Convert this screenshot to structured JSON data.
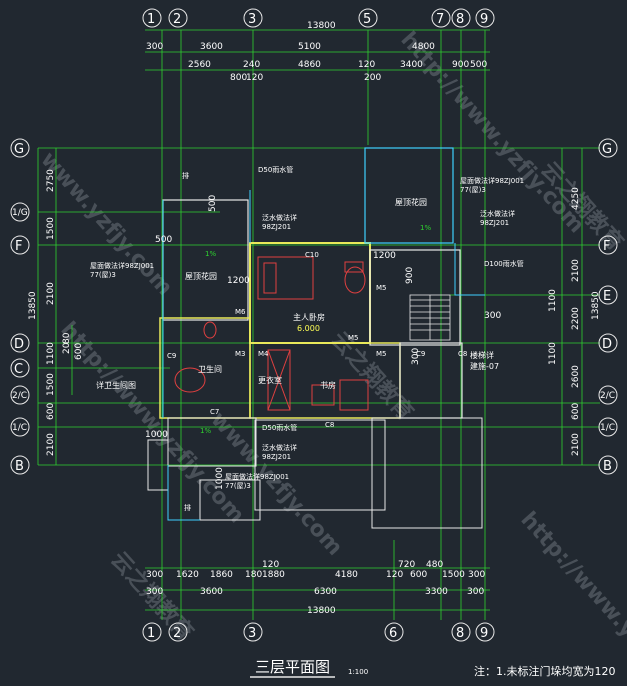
{
  "title": "三层平面图",
  "scale": "1:100",
  "footnote": "注：1.未标注门垛均宽为120",
  "axes_top": [
    "1",
    "2",
    "3",
    "5",
    "7",
    "8",
    "9"
  ],
  "axes_bottom": [
    "1",
    "2",
    "3",
    "6",
    "8",
    "9"
  ],
  "axes_left": [
    "G",
    "1/G",
    "F",
    "D",
    "C",
    "2/C",
    "1/C",
    "B"
  ],
  "axes_right": [
    "G",
    "F",
    "E",
    "D",
    "2/C",
    "1/C",
    "B"
  ],
  "dims_top": {
    "total": "13800",
    "row2": [
      "300",
      "3600",
      "5100",
      "4800"
    ],
    "row3": [
      "2560",
      "240",
      "4860",
      "120",
      "3400",
      "900",
      "500"
    ],
    "row4": [
      "800",
      "120",
      "200"
    ]
  },
  "dims_bottom": {
    "total": "13800",
    "row2": [
      "300",
      "3600",
      "6300",
      "3300",
      "300"
    ],
    "row3": [
      "300",
      "1620",
      "1860",
      "1880",
      "4180",
      "120",
      "600",
      "1500",
      "300"
    ],
    "row4": [
      "180",
      "120",
      "720",
      "480"
    ]
  },
  "dims_left": {
    "total": "13850",
    "segments": [
      "2750",
      "1500",
      "2100",
      "1100",
      "1500",
      "600",
      "2100"
    ],
    "small": [
      "20",
      "80",
      "600"
    ]
  },
  "dims_right": {
    "total": "13850",
    "segments": [
      "4250",
      "2100",
      "2200",
      "1100",
      "2600",
      "600",
      "2100"
    ],
    "small": [
      "1100",
      "300"
    ]
  },
  "rooms": {
    "roof_garden_left": "屋顶花园",
    "roof_garden_right": "屋顶花园",
    "master_bedroom": "主人卧房",
    "master_level": "6.000",
    "dressing": "更衣室",
    "study": "书房",
    "bathroom": "卫生间",
    "see_bath_detail": "详卫生间图",
    "stair_ref": "楼梯详",
    "stair_ref2": "建施-07"
  },
  "notes": {
    "drain_pipe_1": "D50雨水管",
    "drain_pipe_2": "D50雨水管",
    "drain_pipe_3": "D100雨水管",
    "overflow_1": "泛水做法详",
    "overflow_1b": "98ZJ201",
    "overflow_2": "泛水做法详",
    "overflow_2b": "98ZJ201",
    "overflow_3": "泛水做法详",
    "overflow_3b": "98ZJ201",
    "roof_1": "屋面做法详98ZJ001",
    "roof_1b": "77(屋)3",
    "roof_2": "屋面做法详98ZJ001",
    "roof_2b": "77(屋)3",
    "roof_3": "屋面做法详98ZJ001",
    "roof_3b": "77(屋)3",
    "slope": "1%",
    "slope2": "1%",
    "slope3": "1%",
    "rain_pipe": "排",
    "rain_pipe2": "排"
  },
  "labels": {
    "c7": "C7",
    "c8": "C8",
    "c9": "C9",
    "c10": "C10",
    "m3": "M3",
    "m4": "M4",
    "m5": "M5",
    "m6": "M6",
    "c9b": "C9",
    "c8b": "C8",
    "dim1200": "1200",
    "dim1200b": "1200",
    "dim900": "900",
    "dim1000": "1000",
    "dim1000b": "1000",
    "dim500": "500",
    "dim500b": "500",
    "dim300": "300"
  },
  "watermark": [
    "www.yzfjy.com",
    "云之翔教育",
    "http://www.yzfjy.com",
    "云之翔教育"
  ]
}
